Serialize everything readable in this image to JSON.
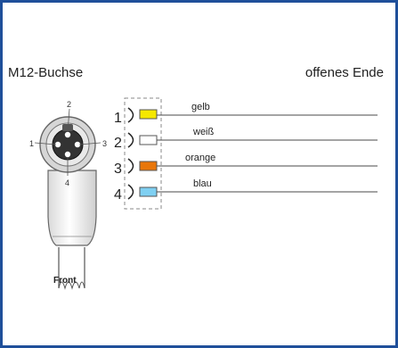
{
  "header": {
    "left_label": "M12-Buchse",
    "right_label": "offenes Ende"
  },
  "connector": {
    "pin_labels": [
      "1",
      "2",
      "3",
      "4"
    ],
    "front_label": "Front"
  },
  "wires": [
    {
      "pin": "1",
      "color_name": "gelb",
      "color": "#f5e800"
    },
    {
      "pin": "2",
      "color_name": "weiß",
      "color": "#ffffff"
    },
    {
      "pin": "3",
      "color_name": "orange",
      "color": "#e8760a"
    },
    {
      "pin": "4",
      "color_name": "blau",
      "color": "#7fd0f2"
    }
  ],
  "colors": {
    "frame": "#1f4f9a",
    "line": "#4a4a4a"
  }
}
